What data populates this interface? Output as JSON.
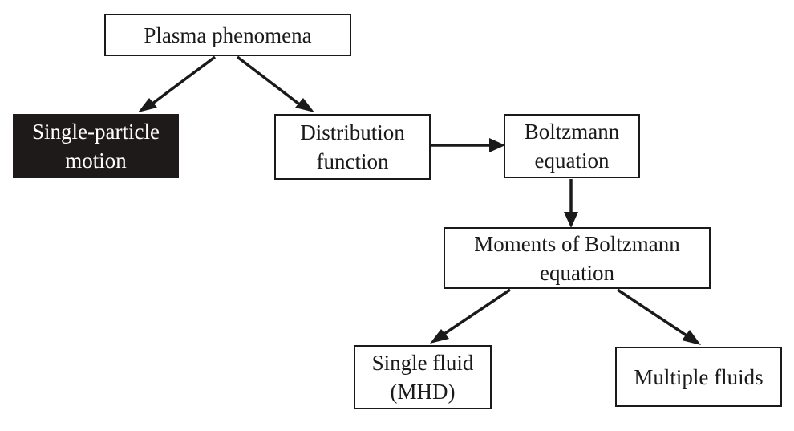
{
  "nodes": {
    "plasma": {
      "line1": "Plasma phenomena"
    },
    "single_particle": {
      "line1": "Single-particle",
      "line2": "motion"
    },
    "distribution": {
      "line1": "Distribution",
      "line2": "function"
    },
    "boltzmann": {
      "line1": "Boltzmann",
      "line2": "equation"
    },
    "moments": {
      "line1": "Moments of Boltzmann",
      "line2": "equation"
    },
    "single_fluid": {
      "line1": "Single fluid",
      "line2": "(MHD)"
    },
    "multiple_fluids": {
      "line1": "Multiple fluids"
    }
  },
  "edges": [
    {
      "from": "Plasma phenomena",
      "to": "Single-particle motion"
    },
    {
      "from": "Plasma phenomena",
      "to": "Distribution function"
    },
    {
      "from": "Distribution function",
      "to": "Boltzmann equation"
    },
    {
      "from": "Boltzmann equation",
      "to": "Moments of Boltzmann equation"
    },
    {
      "from": "Moments of Boltzmann equation",
      "to": "Single fluid (MHD)"
    },
    {
      "from": "Moments of Boltzmann equation",
      "to": "Multiple fluids"
    }
  ],
  "colors": {
    "line": "#1a1a1a",
    "highlight_fill": "#1f1a1a",
    "highlight_text": "#ffffff"
  }
}
